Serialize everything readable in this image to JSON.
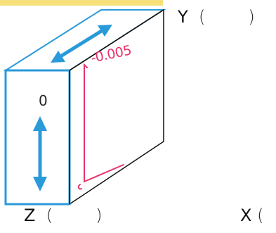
{
  "labels": {
    "y_axis": "Y",
    "z_axis": "Z",
    "x_axis": "X",
    "paren_open": "(",
    "paren_close": ")",
    "front_face_value": "0",
    "handwritten_value": "-0.005"
  },
  "colors": {
    "arrow_blue": "#2a9ad8",
    "box_outline": "#2a9ad8",
    "ink_red": "#e8336b",
    "highlight_yellow": "#f5e07a",
    "text_dark": "#111111"
  },
  "icons": {
    "top_arrow": "double-headed-arrow-icon",
    "front_arrow": "double-headed-arrow-icon"
  }
}
